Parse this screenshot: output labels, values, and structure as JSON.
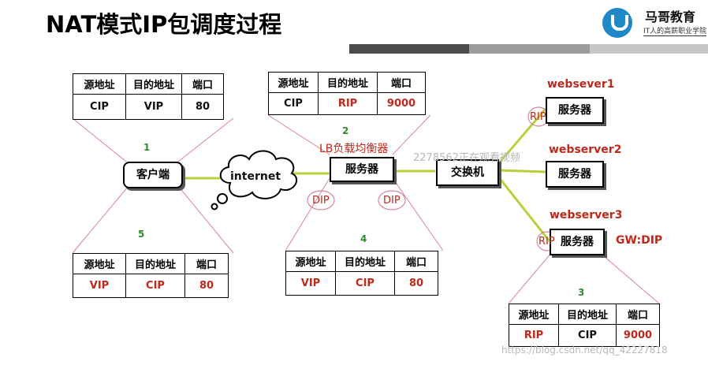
{
  "title": "NAT模式IP包调度过程",
  "logo": {
    "name": "马哥教育",
    "slogan": "IT人的高薪职业学院",
    "icon": "brand-logo-icon"
  },
  "nodes": {
    "client": "客户端",
    "internet": "internet",
    "lb_server": "服务器",
    "lb_caption": "LB负载均衡器",
    "switch": "交换机",
    "ws1_name": "websever1",
    "ws1_box": "服务器",
    "ws2_name": "webserver2",
    "ws2_box": "服务器",
    "ws3_name": "webserver3",
    "ws3_box": "服务器",
    "ws3_gw": "GW:DIP"
  },
  "interface_labels": {
    "dip_left": "DIP",
    "dip_right": "DIP",
    "rip1": "RIP",
    "rip3": "RIP"
  },
  "step_numbers": {
    "s1": "1",
    "s2": "2",
    "s3": "3",
    "s4": "4",
    "s5": "5"
  },
  "headers": {
    "src": "源地址",
    "dst": "目的地址",
    "port": "端口"
  },
  "tables": {
    "t1": {
      "src": "CIP",
      "dst": "VIP",
      "port": "80"
    },
    "t2": {
      "src": "CIP",
      "dst": "RIP",
      "port": "9000"
    },
    "t3": {
      "src": "RIP",
      "dst": "CIP",
      "port": "9000"
    },
    "t4": {
      "src": "VIP",
      "dst": "CIP",
      "port": "80"
    },
    "t5": {
      "src": "VIP",
      "dst": "CIP",
      "port": "80"
    }
  },
  "watermarks": {
    "center": "2278562正在观看视频",
    "bottom": "https://blog.csdn.net/qq_42227818"
  },
  "colors": {
    "red": "#c0281b",
    "green_link": "#b5d23a",
    "step_green": "#2e8b2e"
  }
}
